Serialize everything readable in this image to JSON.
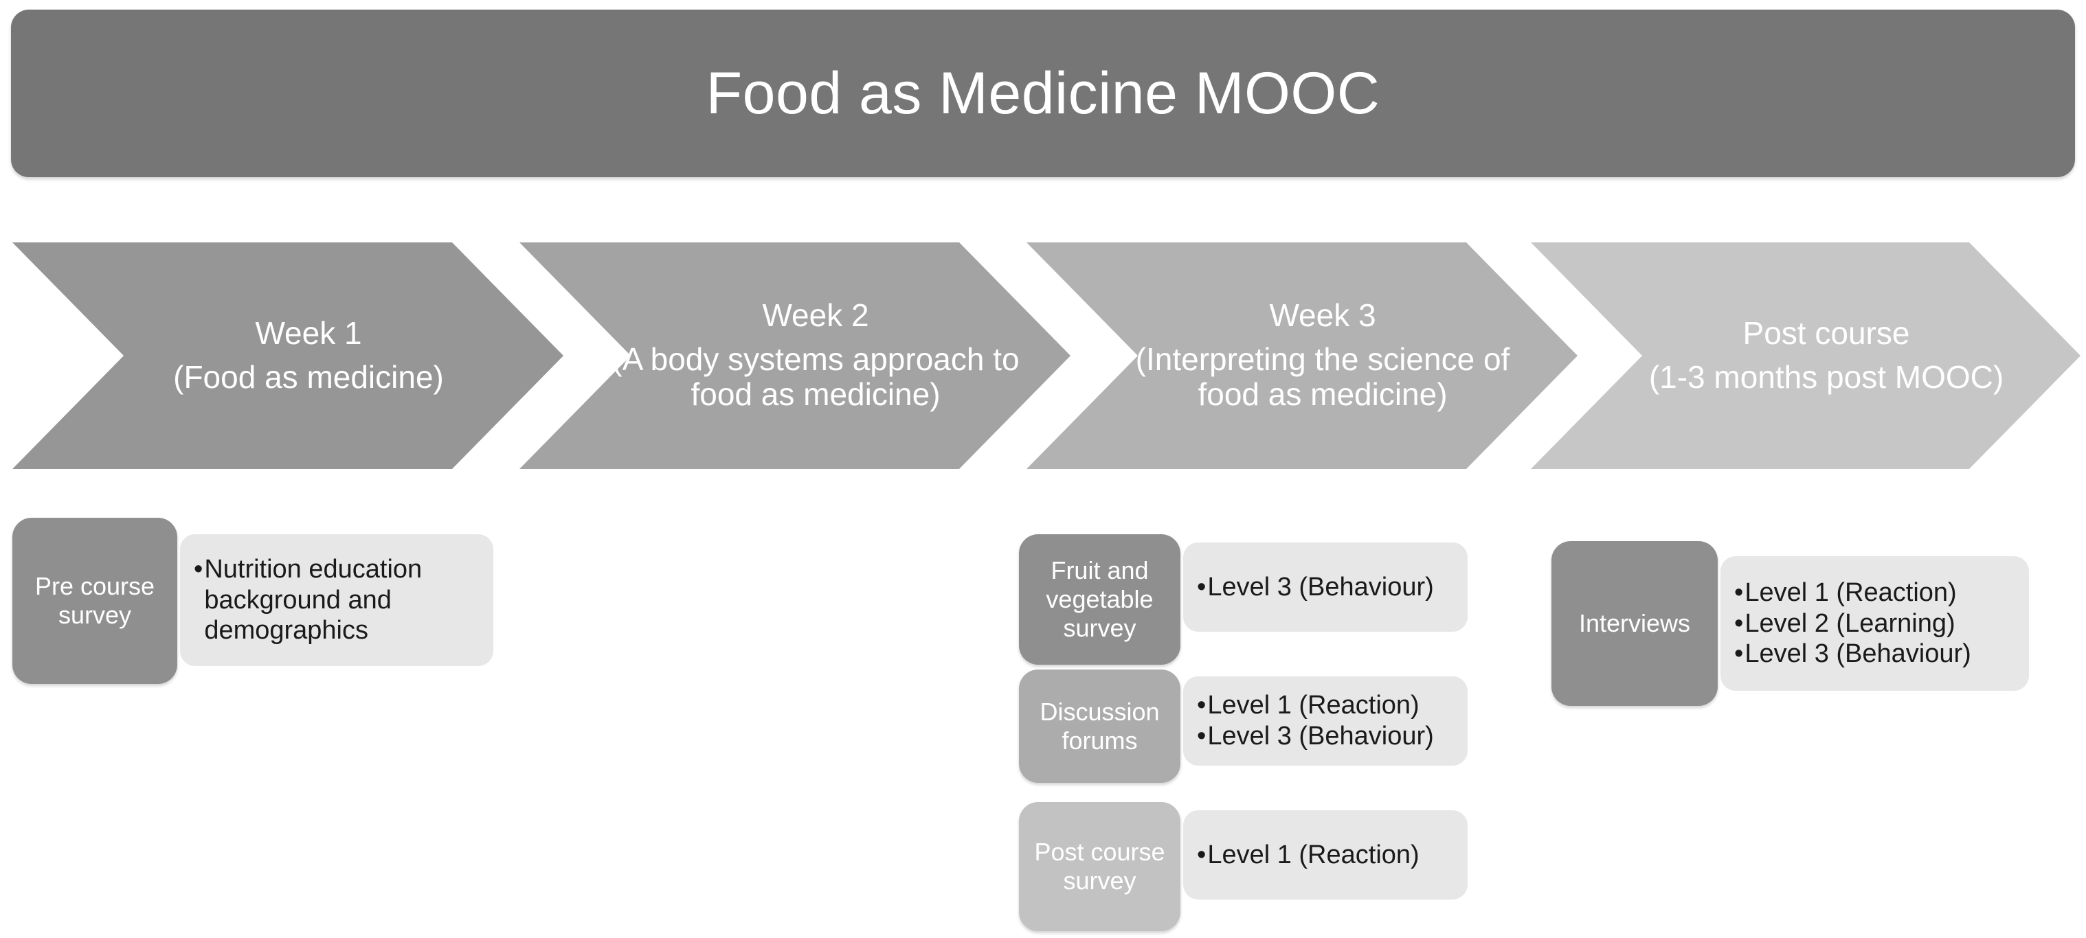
{
  "title": {
    "text": "Food as Medicine MOOC"
  },
  "colors": {
    "banner": "#767676",
    "chevron_week1": "#969696",
    "chevron_week2": "#a3a3a3",
    "chevron_week3": "#b2b2b2",
    "chevron_post": "#c6c6c6",
    "label_dark": "#8f8f8f",
    "label_mid": "#acacac",
    "label_light": "#c2c2c2",
    "content_bg": "#e7e7e7",
    "text_light": "#ffffff",
    "text_dark": "#1a1a1a",
    "page_bg": "#ffffff"
  },
  "phases": [
    {
      "name": "Week 1",
      "subtitle": "(Food as medicine)"
    },
    {
      "name": "Week 2",
      "subtitle": "(A body systems approach to food as medicine)"
    },
    {
      "name": "Week 3",
      "subtitle": "(Interpreting the science of food as medicine)"
    },
    {
      "name": "Post course",
      "subtitle": "(1-3 months post MOOC)"
    }
  ],
  "measures": {
    "pre_course": {
      "label": "Pre course survey",
      "items": [
        "Nutrition education background and demographics"
      ]
    },
    "fruit_veg": {
      "label": "Fruit and vegetable survey",
      "items": [
        "Level 3 (Behaviour)"
      ]
    },
    "discussion": {
      "label": "Discussion forums",
      "items": [
        "Level 1 (Reaction)",
        "Level 3 (Behaviour)"
      ]
    },
    "post_course": {
      "label": "Post course survey",
      "items": [
        "Level 1 (Reaction)"
      ]
    },
    "interviews": {
      "label": "Interviews",
      "items": [
        "Level 1 (Reaction)",
        "Level 2 (Learning)",
        "Level 3 (Behaviour)"
      ]
    }
  },
  "bullet": {
    "glyph": "•"
  }
}
